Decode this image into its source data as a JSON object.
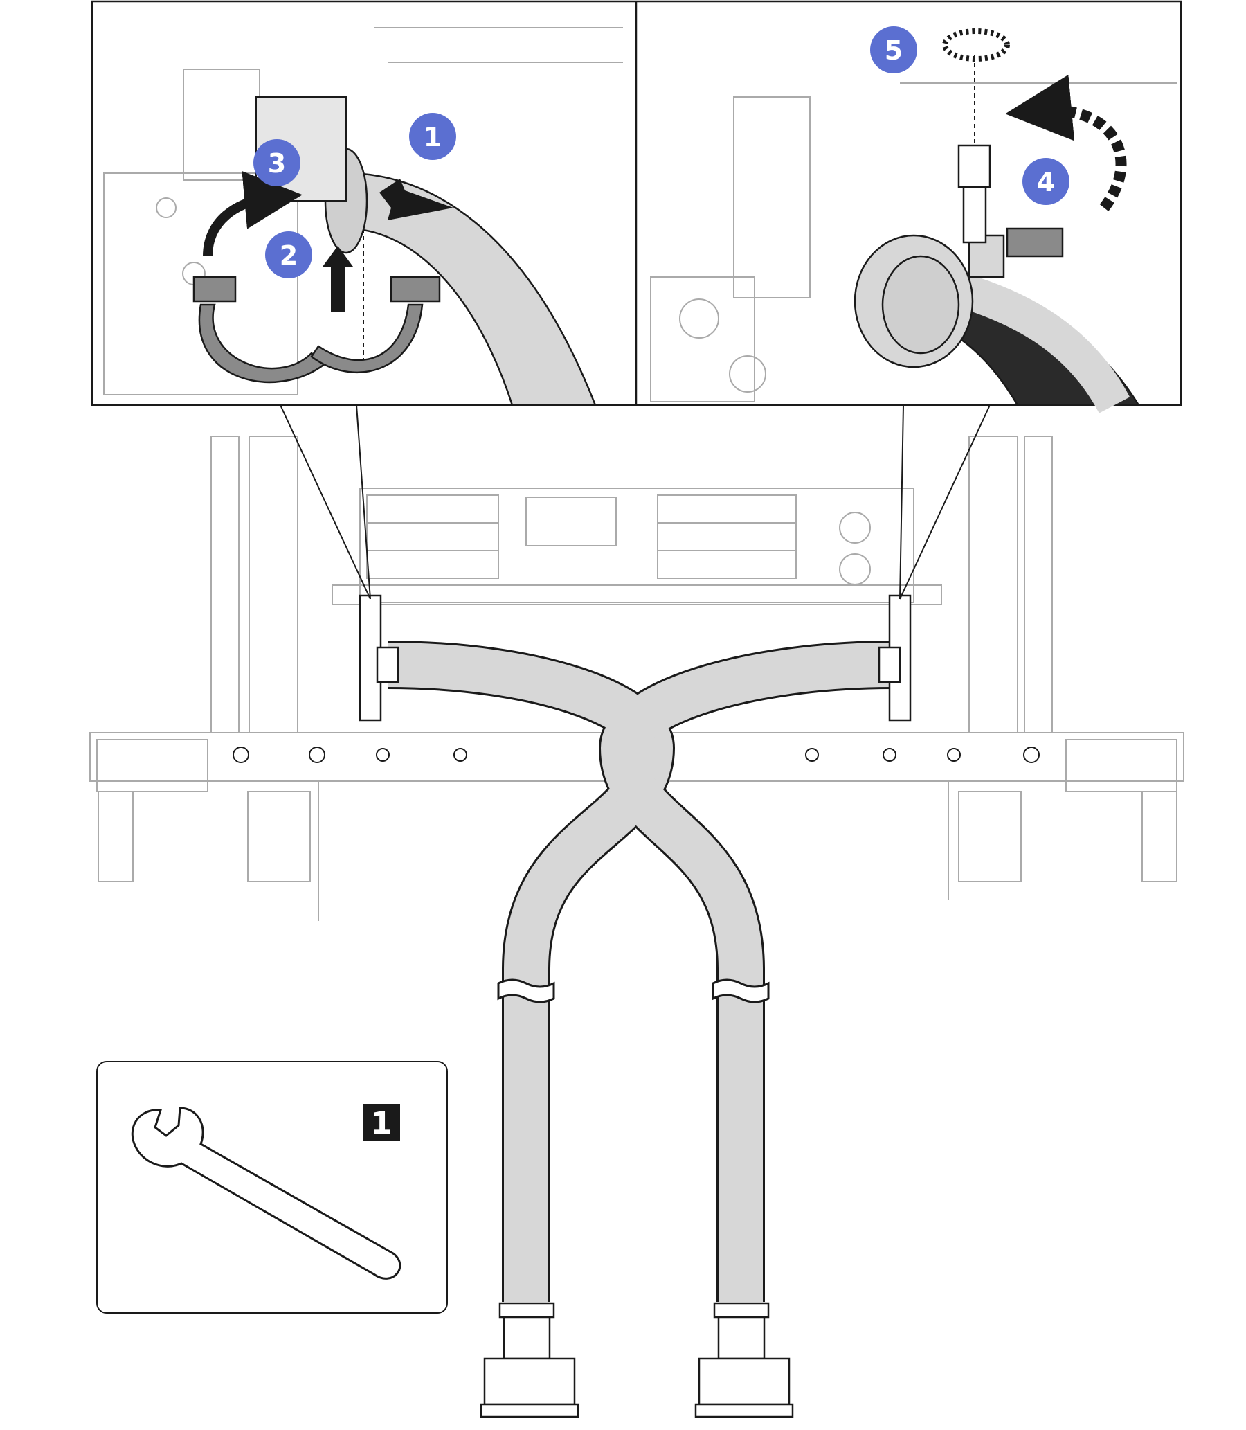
{
  "colors": {
    "line": "#1a1a1a",
    "hose": "#d7d7d7",
    "bg_line": "#aaaaaa",
    "step_badge": "#5b6fd1",
    "tool_badge": "#1a1a1a",
    "clamp": "#8a8a8a"
  },
  "steps": [
    {
      "label": "1"
    },
    {
      "label": "2"
    },
    {
      "label": "3"
    },
    {
      "label": "4"
    },
    {
      "label": "5"
    }
  ],
  "tool": {
    "label": "1",
    "icon": "open-end-wrench-icon"
  }
}
